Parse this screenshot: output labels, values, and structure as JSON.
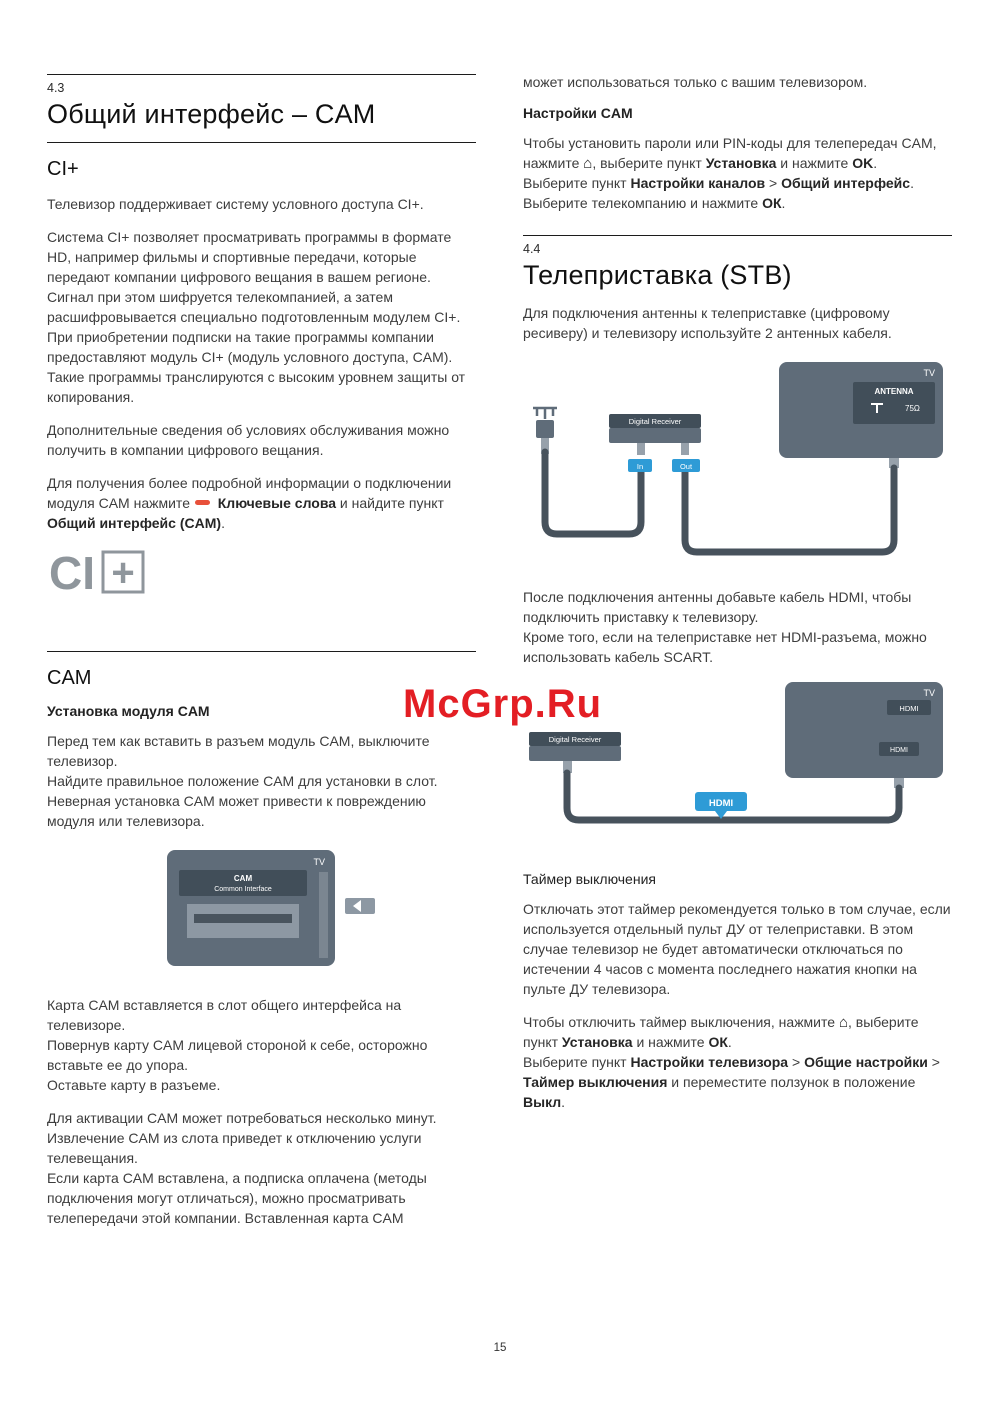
{
  "page": {
    "number": "15",
    "watermark": "McGrp.Ru"
  },
  "colors": {
    "watermark_red": "#e31e24",
    "keywords_red": "#e8503a",
    "hdmi_blue": "#2e9bd6",
    "device_grey": "#5f6c79",
    "panel_dark": "#414e59",
    "cable_dark": "#47525c"
  },
  "logo": {
    "ci": "CI",
    "plus": "+"
  },
  "left": {
    "section_number": "4.3",
    "title": "Общий интерфейс – CAM",
    "ci_plus": {
      "heading": "CI+",
      "p1": "Телевизор поддерживает систему условного доступа CI+.",
      "p2": [
        {
          "t": "Система CI+ позволяет просматривать программы в формате HD, например фильмы и спортивные передачи, которые передают компании цифрового вещания в вашем регионе. Сигнал при этом шифруется телекомпанией, а затем расшифровывается специально подготовленным модулем CI+."
        },
        {
          "br": true
        },
        {
          "t": "При приобретении подписки на такие программы компании предоставляют модуль CI+ (модуль условного доступа, CAM). Такие программы транслируются с высоким уровнем защиты от копирования."
        }
      ],
      "p3": "Дополнительные сведения об условиях обслуживания можно получить в компании цифрового вещания.",
      "p4": [
        {
          "t": "Для получения более подробной информации о подключении модуля CAM нажмите "
        },
        {
          "icon": "keywords-icon"
        },
        {
          "t": " "
        },
        {
          "t": "Ключевые слова",
          "b": true
        },
        {
          "t": " и найдите пункт "
        },
        {
          "t": "Общий интерфейс (CAM)",
          "b": true
        },
        {
          "t": "."
        }
      ]
    },
    "cam": {
      "heading": "CAM",
      "subheading": "Установка модуля CAM",
      "p1": [
        {
          "t": "Перед тем как вставить в разъем модуль CAM, выключите телевизор."
        },
        {
          "br": true
        },
        {
          "t": "Найдите правильное положение CAM для установки в слот. Неверная установка CAM может привести к повреждению модуля или телевизора."
        }
      ],
      "p2": [
        {
          "t": "Карта CAM вставляется в слот общего интерфейса на телевизоре."
        },
        {
          "br": true
        },
        {
          "t": "Повернув карту CAM лицевой стороной к себе, осторожно вставьте ее до упора."
        },
        {
          "br": true
        },
        {
          "t": "Оставьте карту в разъеме."
        }
      ],
      "p3": [
        {
          "t": "Для активации CAM может потребоваться несколько минут. Извлечение CAM из слота приведет к отключению услуги телевещания."
        },
        {
          "br": true
        },
        {
          "t": "Если карта CAM вставлена, а подписка оплачена (методы подключения могут отличаться), можно просматривать телепередачи этой компании. Вставленная карта CAM"
        }
      ]
    }
  },
  "right": {
    "intro": "может использоваться только с вашим телевизором.",
    "cam_settings": {
      "heading": "Настройки CAM",
      "p1": [
        {
          "t": "Чтобы установить пароли или PIN-коды для телепередач CAM, нажмите "
        },
        {
          "icon": "home-icon"
        },
        {
          "t": ", выберите пункт "
        },
        {
          "t": "Установка",
          "b": true
        },
        {
          "t": " и нажмите "
        },
        {
          "t": "OK",
          "b": true
        },
        {
          "t": "."
        },
        {
          "br": true
        },
        {
          "t": "Выберите пункт "
        },
        {
          "t": "Настройки каналов",
          "b": true
        },
        {
          "t": " > "
        },
        {
          "t": "Общий интерфейс",
          "b": true
        },
        {
          "t": "."
        },
        {
          "br": true
        },
        {
          "t": "Выберите телекомпанию и нажмите "
        },
        {
          "t": "ОК",
          "b": true
        },
        {
          "t": "."
        }
      ]
    },
    "stb": {
      "section_number": "4.4",
      "title": "Телеприставка (STB)",
      "p1": "Для подключения антенны к телеприставке (цифровому ресиверу) и телевизору используйте 2 антенных кабеля.",
      "p2": [
        {
          "t": "После подключения антенны добавьте кабель HDMI, чтобы подключить приставку к телевизору."
        },
        {
          "br": true
        },
        {
          "t": "Кроме того, если на телеприставке нет HDMI-разъема, можно использовать кабель SCART."
        }
      ],
      "timer_heading": "Таймер выключения",
      "p3": "Отключать этот таймер рекомендуется только в том случае, если используется отдельный пульт ДУ от телеприставки. В этом случае телевизор не будет автоматически отключаться по истечении 4 часов с момента последнего нажатия кнопки на пульте ДУ телевизора.",
      "p4": [
        {
          "t": "Чтобы отключить таймер выключения, нажмите "
        },
        {
          "icon": "home-icon"
        },
        {
          "t": ", выберите пункт "
        },
        {
          "t": "Установка",
          "b": true
        },
        {
          "t": " и нажмите "
        },
        {
          "t": "ОК",
          "b": true
        },
        {
          "t": "."
        },
        {
          "br": true
        },
        {
          "t": "Выберите пункт "
        },
        {
          "t": "Настройки телевизора",
          "b": true
        },
        {
          "t": " > "
        },
        {
          "t": "Общие настройки",
          "b": true
        },
        {
          "t": " > "
        },
        {
          "t": "Таймер выключения",
          "b": true
        },
        {
          "t": " и переместите ползунок в положение "
        },
        {
          "t": "Выкл",
          "b": true
        },
        {
          "t": "."
        }
      ]
    }
  },
  "diagrams": {
    "cam": {
      "tv": "TV",
      "line1": "CAM",
      "line2": "Common Interface"
    },
    "stb": {
      "tv": "TV",
      "antenna": "ANTENNA",
      "ohm": "75Ω",
      "receiver": "Digital Receiver",
      "in": "In",
      "out": "Out"
    },
    "hdmi": {
      "tv": "TV",
      "receiver": "Digital Receiver",
      "port_top": "HDMI",
      "port_side": "HDMI",
      "cable": "HDMI"
    }
  }
}
